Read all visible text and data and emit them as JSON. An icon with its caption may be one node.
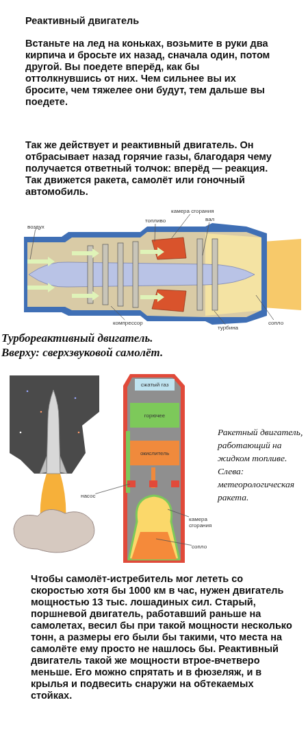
{
  "diagram": {
    "title": "Реактивный двигатель",
    "nodes": [
      {
        "text": [
          "камера сгорания"
        ]
      },
      {
        "text": [
          "топливо"
        ]
      },
      {
        "text": [
          "вал"
        ]
      },
      {
        "text": [
          "воздух"
        ]
      },
      {
        "text": [
          "компрессор"
        ]
      },
      {
        "text": [
          "турбина"
        ]
      },
      {
        "text": [
          "сопло"
        ]
      },
      {
        "text": [
          "сжатый газ"
        ]
      },
      {
        "text": [
          "горючее"
        ]
      },
      {
        "text": [
          "окислитель"
        ]
      },
      {
        "text": [
          "насос"
        ]
      },
      {
        "text": [
          "камера сгорания"
        ]
      },
      {
        "text": [
          "сопло"
        ]
      }
    ],
    "edges": [
      {
        "from": 0,
        "to": null,
        "arrow": "none"
      },
      {
        "from": 1,
        "to": null,
        "arrow": "none"
      },
      {
        "from": 2,
        "to": null,
        "arrow": "none"
      },
      {
        "from": 3,
        "to": null,
        "arrow": "none"
      },
      {
        "from": 4,
        "to": null,
        "arrow": "none"
      },
      {
        "from": 5,
        "to": null,
        "arrow": "none"
      },
      {
        "from": 6,
        "to": null,
        "arrow": "none"
      },
      {
        "from": 10,
        "to": null,
        "arrow": "none"
      },
      {
        "from": 11,
        "to": null,
        "arrow": "none"
      },
      {
        "from": 12,
        "to": null,
        "arrow": "none"
      }
    ],
    "labels": [
      "Встаньте на лед на коньках, возьмите в руки два кирпича и бросьте их назад, сначала один, потом другой. Вы поедете вперёд, как бы оттолкнувшись от них. Чем сильнее вы их бросите, чем тяжелее они будут, тем дальше вы поедете.",
      "Так же действует и реактивный двигатель. Он отбрасывает назад горячие газы, благодаря чему получается ответный толчок: вперёд — реакция. Так движется ракета, самолёт или гоночный автомобиль.",
      "Турбореактивный двигатель. Вверху: сверхзвуковой самолёт.",
      "Ракетный двигатель, работающий на жидком топливе. Слева: метеорологическая ракета.",
      "Чтобы самолёт-истребитель мог лететь со скоростью хотя бы 1000 км в час, нужен двигатель мощностью 13 тыс. лошадиных сил. Старый, поршневой двигатель, работавший раньше на самолетах, весил бы при такой мощности несколько тонн, а размеры его были бы такими, что места на самолёте ему просто не нашлось бы. Реактивный двигатель такой же мощности втрое-вчетверо меньше. Его можно спрятать и в фюзеляж, и в крылья и подвесить снаружи на обтекаемых стойках."
    ]
  }
}
